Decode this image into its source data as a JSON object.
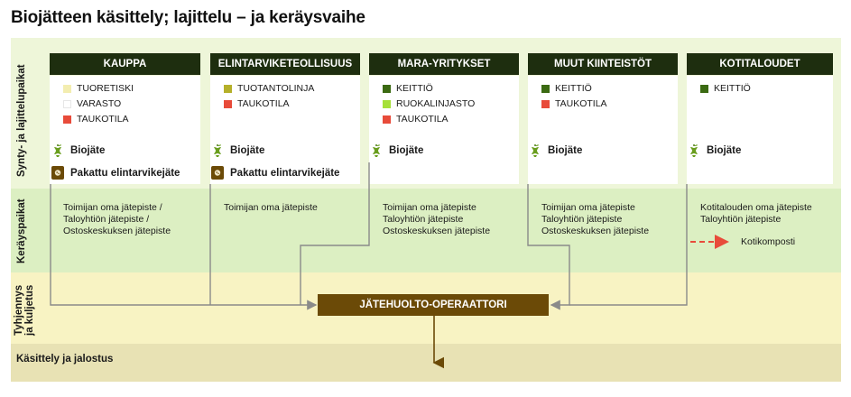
{
  "title": "Biojätteen käsittely; lajittelu – ja keräysvaihe",
  "bands": {
    "origin": "Synty- ja lajittelupaikat",
    "collection": "Keräyspaikat",
    "transport": "Tyhjennys ja kuljetus",
    "transport_line1": "Tyhjennys",
    "transport_line2": "ja kuljetus",
    "processing": "Käsittely ja jalostus"
  },
  "columns": [
    {
      "header": "KAUPPA",
      "places": [
        {
          "label": "TUORETISKI",
          "color": "#f3edb0"
        },
        {
          "label": "VARASTO",
          "color": "#ffffff"
        },
        {
          "label": "TAUKOTILA",
          "color": "#e84b3a"
        }
      ],
      "streams": [
        "Biojäte",
        "Pakattu elintarvikejäte"
      ],
      "collection": [
        "Toimijan oma jätepiste /",
        "Taloyhtiön jätepiste /",
        "Ostoskeskuksen jätepiste"
      ]
    },
    {
      "header": "ELINTARVIKETEOLLISUUS",
      "places": [
        {
          "label": "TUOTANTOLINJA",
          "color": "#b5b02a"
        },
        {
          "label": "TAUKOTILA",
          "color": "#e84b3a"
        }
      ],
      "streams": [
        "Biojäte",
        "Pakattu elintarvikejäte"
      ],
      "collection": [
        "Toimijan oma jätepiste"
      ]
    },
    {
      "header": "MARA-YRITYKSET",
      "places": [
        {
          "label": "KEITTIÖ",
          "color": "#3b6a12"
        },
        {
          "label": "RUOKALINJASTO",
          "color": "#a6e03a"
        },
        {
          "label": "TAUKOTILA",
          "color": "#e84b3a"
        }
      ],
      "streams": [
        "Biojäte"
      ],
      "collection": [
        "Toimijan oma jätepiste",
        "Taloyhtiön jätepiste",
        "Ostoskeskuksen jätepiste"
      ]
    },
    {
      "header": "MUUT KIINTEISTÖT",
      "places": [
        {
          "label": "KEITTIÖ",
          "color": "#3b6a12"
        },
        {
          "label": "TAUKOTILA",
          "color": "#e84b3a"
        }
      ],
      "streams": [
        "Biojäte"
      ],
      "collection": [
        "Toimijan oma jätepiste",
        "Taloyhtiön jätepiste",
        "Ostoskeskuksen jätepiste"
      ]
    },
    {
      "header": "KOTITALOUDET",
      "places": [
        {
          "label": "KEITTIÖ",
          "color": "#3b6a12"
        }
      ],
      "streams": [
        "Biojäte"
      ],
      "collection": [
        "Kotitalouden oma jätepiste",
        "Taloyhtiön jätepiste"
      ]
    }
  ],
  "home_compost": "Kotikomposti",
  "operator": "JÄTEHUOLTO-OPERAATTORI",
  "colors": {
    "header_bg": "#1e2e0f",
    "operator_bg": "#6b4a07",
    "line": "#8a8a8a",
    "dashed_arrow": "#e84b3a",
    "biowaste_icon": "#6a9e1f",
    "package_icon": "#6b4a07"
  },
  "icons": {
    "biowaste": "apple-core-icon",
    "packaged": "food-package-icon"
  }
}
